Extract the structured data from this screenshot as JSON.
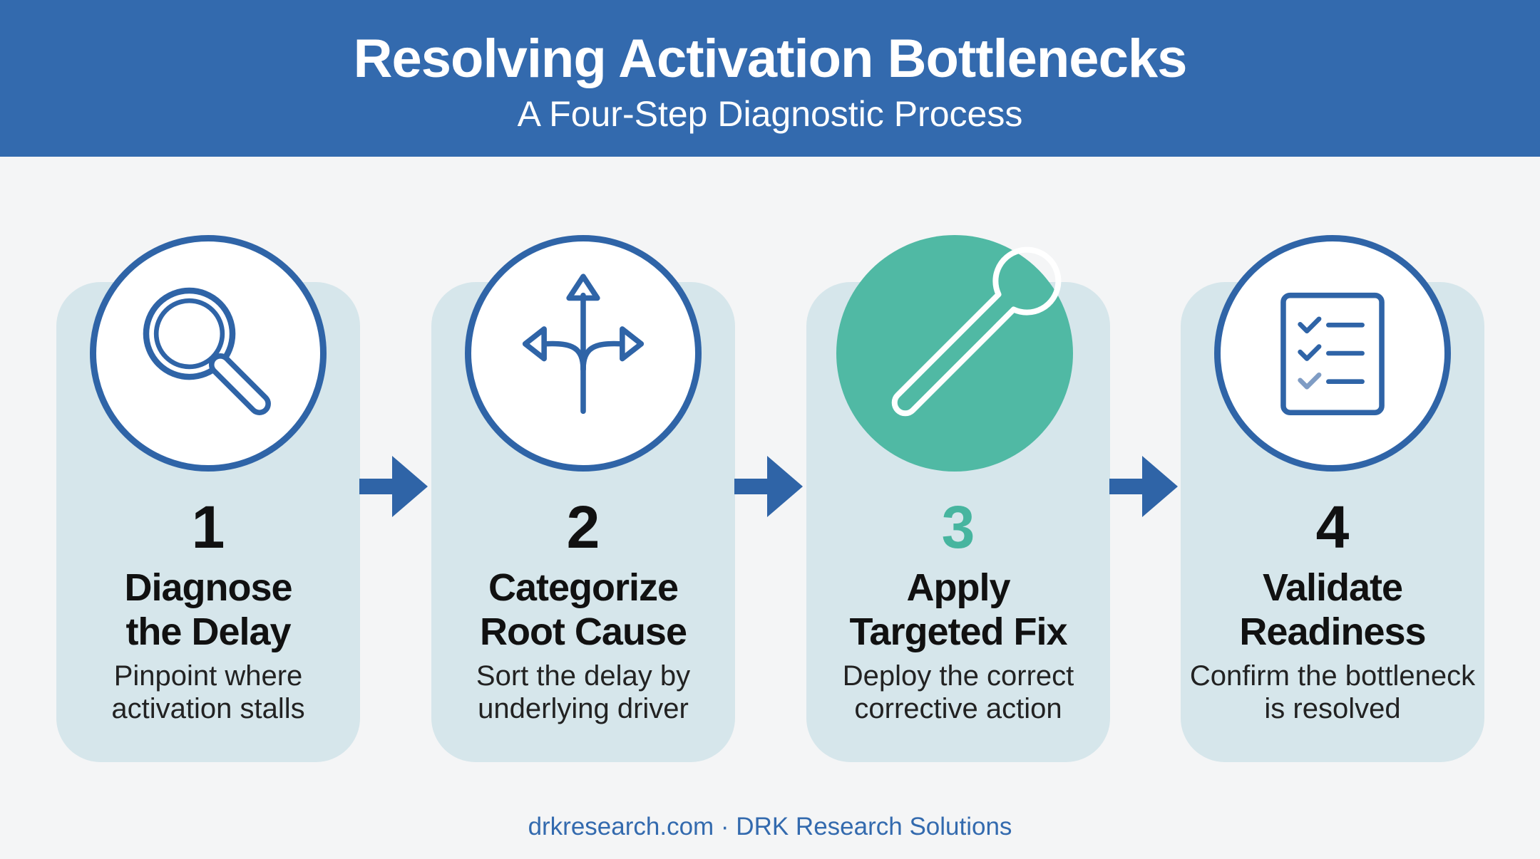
{
  "header": {
    "title": "Resolving Activation Bottlenecks",
    "subtitle": "A Four-Step Diagnostic Process"
  },
  "steps": [
    {
      "number": "1",
      "title_line1": "Diagnose",
      "title_line2": "the Delay",
      "desc_line1": "Pinpoint where",
      "desc_line2": "activation stalls",
      "icon": "magnifying-glass-icon"
    },
    {
      "number": "2",
      "title_line1": "Categorize",
      "title_line2": "Root Cause",
      "desc_line1": "Sort the delay by",
      "desc_line2": "underlying driver",
      "icon": "branching-arrows-icon"
    },
    {
      "number": "3",
      "title_line1": "Apply",
      "title_line2": "Targeted Fix",
      "desc_line1": "Deploy the correct",
      "desc_line2": "corrective action",
      "icon": "wrench-icon"
    },
    {
      "number": "4",
      "title_line1": "Validate",
      "title_line2": "Readiness",
      "desc_line1": "Confirm the bottleneck",
      "desc_line2": "is resolved",
      "icon": "checklist-icon"
    }
  ],
  "footer": {
    "text": "drkresearch.com · DRK Research Solutions"
  },
  "colors": {
    "brand_blue": "#336aae",
    "accent_teal": "#50b9a4",
    "card_bg": "#d6e6eb"
  }
}
